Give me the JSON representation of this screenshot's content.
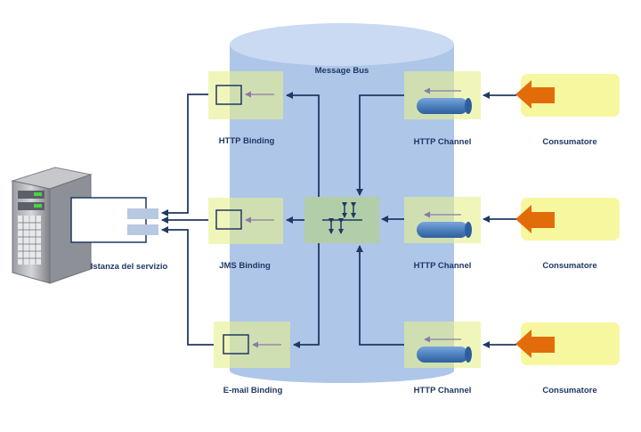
{
  "diagram": {
    "bus_label": "Message Bus",
    "service_label": "Istanza del servizio",
    "bindings": [
      "HTTP Binding",
      "JMS Binding",
      "E-mail Binding"
    ],
    "channels": [
      "HTTP Channel",
      "HTTP Channel",
      "HTTP Channel"
    ],
    "consumers": [
      "Consumatore",
      "Consumatore",
      "Consumatore"
    ],
    "colors": {
      "bus": "#aec6e8",
      "bus_top": "#c9daf2",
      "highlight_box": "#e6f08c",
      "router_box": "#b3cf9c",
      "consumer_box": "#f7f7a0",
      "consumer_arrow": "#e36c0a",
      "pipe": "#4f81bd",
      "connector": "#1f3864",
      "label": "#1f3864"
    }
  }
}
